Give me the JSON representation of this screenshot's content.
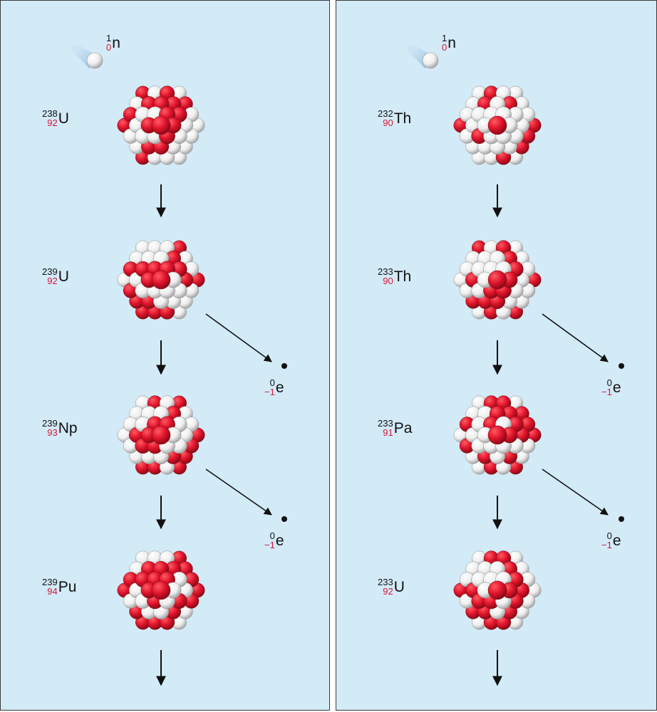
{
  "colors": {
    "background": "#d3eaf7",
    "proton": "#e0142b",
    "neutron": "#ffffff",
    "atomic_number_text": "#d4173a",
    "arrow": "#111111"
  },
  "left_chain": {
    "neutron": {
      "mass": "1",
      "number": "0",
      "symbol": "n"
    },
    "nuclides": [
      {
        "mass": "238",
        "number": "92",
        "symbol": "U"
      },
      {
        "mass": "239",
        "number": "92",
        "symbol": "U"
      },
      {
        "mass": "239",
        "number": "93",
        "symbol": "Np"
      },
      {
        "mass": "239",
        "number": "94",
        "symbol": "Pu"
      }
    ],
    "emissions": [
      {
        "mass": "0",
        "number": "−1",
        "symbol": "e"
      },
      {
        "mass": "0",
        "number": "−1",
        "symbol": "e"
      }
    ]
  },
  "right_chain": {
    "neutron": {
      "mass": "1",
      "number": "0",
      "symbol": "n"
    },
    "nuclides": [
      {
        "mass": "232",
        "number": "90",
        "symbol": "Th"
      },
      {
        "mass": "233",
        "number": "90",
        "symbol": "Th"
      },
      {
        "mass": "233",
        "number": "91",
        "symbol": "Pa"
      },
      {
        "mass": "233",
        "number": "92",
        "symbol": "U"
      }
    ],
    "emissions": [
      {
        "mass": "0",
        "number": "−1",
        "symbol": "e"
      },
      {
        "mass": "0",
        "number": "−1",
        "symbol": "e"
      }
    ]
  }
}
